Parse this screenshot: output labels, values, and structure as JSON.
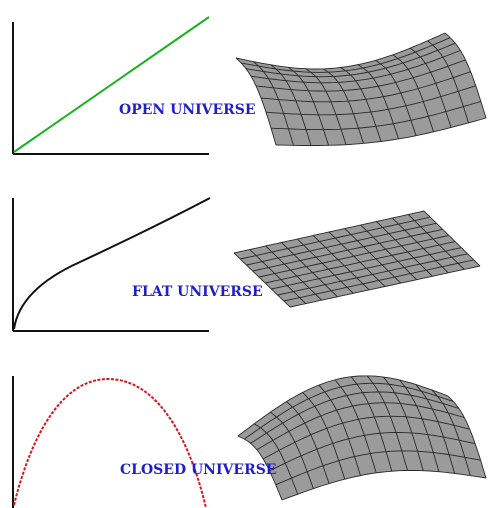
{
  "panels": [
    {
      "id": "open",
      "label": "OPEN UNIVERSE",
      "curve": "linear",
      "curve_color": "#19b31e",
      "surface": "saddle"
    },
    {
      "id": "flat",
      "label": "FLAT UNIVERSE",
      "curve": "concave-increasing",
      "curve_color": "#111111",
      "surface": "plane"
    },
    {
      "id": "closed",
      "label": "CLOSED UNIVERSE",
      "curve": "rise-and-fall",
      "curve_color": "#d6161b",
      "surface": "sphere-cap"
    }
  ],
  "colors": {
    "label": "#1f1fc8",
    "axes": "#111111",
    "mesh_fill": "#9b9b9b",
    "mesh_line": "#2a2a2a"
  }
}
